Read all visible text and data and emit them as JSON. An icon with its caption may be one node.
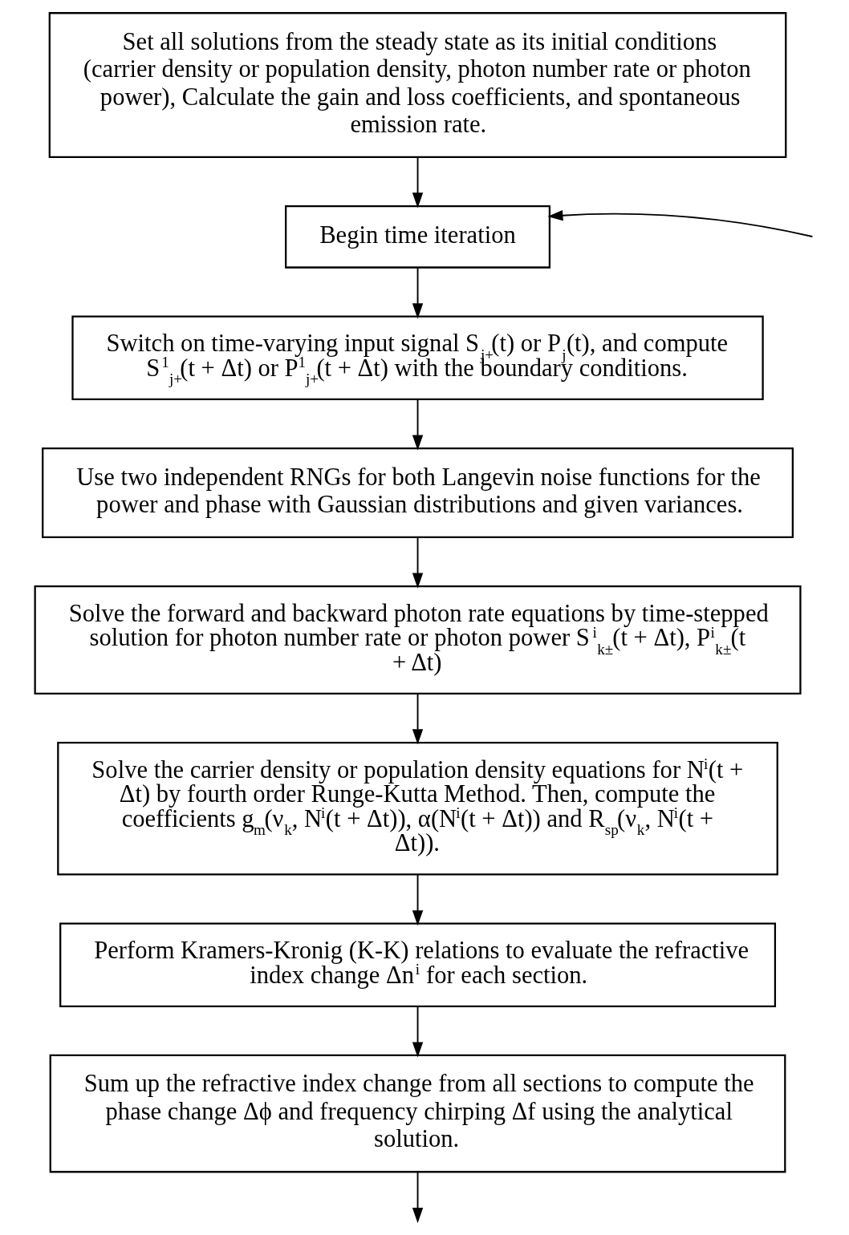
{
  "diagram": {
    "nodes": [
      {
        "text": [
          "Set all solutions from the steady state as its initial conditions (carrier density or population density, photon number rate or photon power), Calculate the gain and loss coefficients, and spontaneous emission rate."
        ]
      },
      {
        "text": [
          "Begin time iteration"
        ]
      },
      {
        "text": [
          "Switch on time-varying input signal S$_{j+}$(t) or P$_{j}$(t), and compute S$^{1}$$_{j+}$(t + Δt) or P$^{1}$$_{j+}$(t + Δt) with the boundary conditions."
        ]
      },
      {
        "text": [
          "Use two independent RNGs for both Langevin noise functions for the power and phase with Gaussian distributions and given variances."
        ]
      },
      {
        "text": [
          "Solve the forward and backward photon rate equations by time-stepped solution for photon number rate or photon power S$^{i}$$_{k±}$(t + Δt), P$^{i}$$_{k±}$(t + Δt)"
        ]
      },
      {
        "text": [
          "Solve the carrier density or population density equations for N$^{i}$(t + Δt) by fourth order Runge-Kutta Method. Then, compute the coefficients g$_{m}$(ν$_{k}$, N$^{i}$(t + Δt)), α(N$^{i}$(t + Δt)) and R$_{sp}$(ν$_{k}$, N$^{i}$(t + Δt))."
        ]
      },
      {
        "text": [
          "Perform Kramers-Kronig (K-K) relations to evaluate the refractive index change Δn$^{i}$ for each section."
        ]
      },
      {
        "text": [
          "Sum up the refractive index change from all sections to compute the phase change Δϕ and frequency chirping Δf using the analytical solution."
        ]
      }
    ],
    "edges": [
      {
        "from": 0,
        "to": 1,
        "arrow": "to"
      },
      {
        "from": null,
        "to": 1,
        "arrow": "to"
      },
      {
        "from": 1,
        "to": 2,
        "arrow": "to"
      },
      {
        "from": 2,
        "to": 3,
        "arrow": "to"
      },
      {
        "from": 3,
        "to": 4,
        "arrow": "to"
      },
      {
        "from": 4,
        "to": 5,
        "arrow": "to"
      },
      {
        "from": 5,
        "to": 6,
        "arrow": "to"
      },
      {
        "from": 6,
        "to": 7,
        "arrow": "to"
      },
      {
        "from": 7,
        "to": null,
        "arrow": "to"
      }
    ]
  }
}
